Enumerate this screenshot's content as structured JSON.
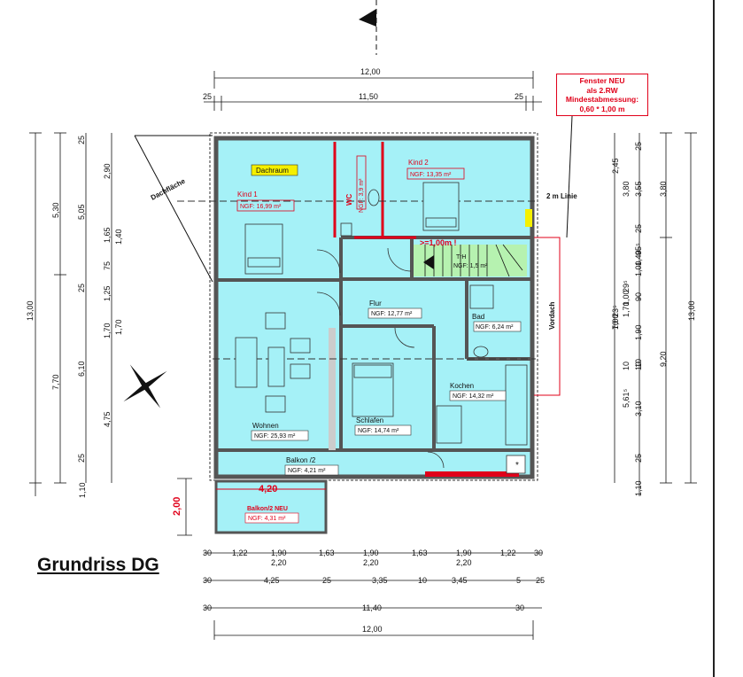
{
  "title": "Grundriss DG",
  "note": {
    "lines": [
      "Fenster NEU",
      "als 2.RW",
      "Mindestabmessung:",
      "0,60 * 1,00 m"
    ]
  },
  "labels": {
    "dachflaeche": "Dachfläche",
    "dachraum": "Dachraum",
    "zwei_m_linie": "2 m Linie",
    "vordach": "Vordach",
    "mindest": ">=1,00m !",
    "wc": "WC",
    "trh": "TrH"
  },
  "rooms": [
    {
      "name": "Kind 1",
      "area": "NGF: 16,99 m²"
    },
    {
      "name": "Kind 2",
      "area": "NGF: 13,35 m²"
    },
    {
      "name": "Flur",
      "area": "NGF: 12,77 m²"
    },
    {
      "name": "Bad",
      "area": "NGF: 6,24 m²"
    },
    {
      "name": "Kochen",
      "area": "NGF: 14,32 m²"
    },
    {
      "name": "Wohnen",
      "area": "NGF: 25,93 m²"
    },
    {
      "name": "Schlafen",
      "area": "NGF: 14,74 m²"
    },
    {
      "name": "Balkon /2",
      "area": "NGF: 4,21 m²"
    },
    {
      "name": "Balkon/2 NEU",
      "area": "NGF: 4,31 m²"
    }
  ],
  "wc_area": "NGF: 3,9 m²",
  "trh_area": "NGF: 1,5 m²",
  "balkon_neu_dims": {
    "width": "4,20",
    "depth": "2,00"
  },
  "dims_top": {
    "total": "12,00",
    "left": "25",
    "mid": "11,50",
    "right": "25"
  },
  "dims_bottom": {
    "row1": [
      "30",
      "1,22",
      "1,90",
      "1,63",
      "1,90",
      "1,63",
      "1,90",
      "1,22",
      "30"
    ],
    "row1_sub": [
      "2,20",
      "2,20",
      "2,20"
    ],
    "row2": [
      "30",
      "4,25",
      "25",
      "3,35",
      "10",
      "3,45",
      "5",
      "25"
    ],
    "row3": [
      "30",
      "11,40",
      "30"
    ],
    "row4": "12,00"
  },
  "dims_left": {
    "outer": [
      "13,00",
      "1,10"
    ],
    "col2": [
      "5,30",
      "7,70"
    ],
    "col3": [
      "25",
      "5,05",
      "25",
      "6,10",
      "25"
    ],
    "col4": [
      "2,90",
      "1,65",
      "75",
      "1,25",
      "1,70",
      "4,75"
    ],
    "col5": [
      "1,40",
      "1,70"
    ]
  },
  "dims_right": {
    "col1": [
      "2,45",
      "23⁵",
      "70",
      "1,00"
    ],
    "col2": [
      "3,80",
      "29⁵",
      "1,70",
      "1,00",
      "10",
      "5,61⁵"
    ],
    "col3": [
      "25",
      "3,55",
      "25",
      "95⁵",
      "1,00",
      "1,40",
      "10",
      "90",
      "1,90",
      "10",
      "3,10",
      "25",
      "1,10"
    ],
    "col4": [
      "3,80",
      "13,00",
      "9,20"
    ]
  },
  "colors": {
    "room_fill": "#a5f1f7",
    "wall": "#555555",
    "red": "#e0001a",
    "green": "#b6f2b0",
    "yellow": "#f5f000"
  }
}
